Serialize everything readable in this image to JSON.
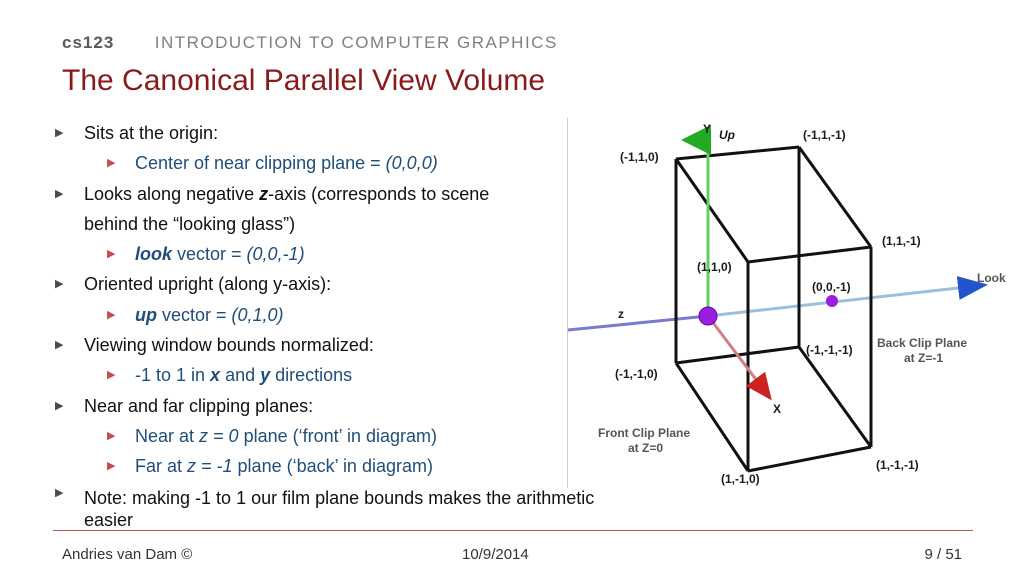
{
  "header": {
    "course": "cs123",
    "course_title": "INTRODUCTION TO COMPUTER GRAPHICS"
  },
  "slide": {
    "title": "The Canonical Parallel View Volume"
  },
  "bullets": [
    {
      "level": 1,
      "parts": [
        {
          "t": "Sits at the origin:"
        }
      ]
    },
    {
      "level": 2,
      "parts": [
        {
          "t": "Center of near clipping plane = "
        },
        {
          "t": "(0,0,0)",
          "s": "i"
        }
      ]
    },
    {
      "level": 1,
      "parts": [
        {
          "t": "Looks along negative "
        },
        {
          "t": "z",
          "s": "bi"
        },
        {
          "t": "-axis (corresponds to scene"
        }
      ]
    },
    {
      "level": 0,
      "parts": [
        {
          "t": "behind the “looking glass”)"
        }
      ]
    },
    {
      "level": 2,
      "parts": [
        {
          "t": "look",
          "s": "bi"
        },
        {
          "t": " vector = "
        },
        {
          "t": "(0,0,-1)",
          "s": "i"
        }
      ]
    },
    {
      "level": 1,
      "parts": [
        {
          "t": "Oriented upright (along y-axis):"
        }
      ]
    },
    {
      "level": 2,
      "parts": [
        {
          "t": "up",
          "s": "bi"
        },
        {
          "t": " vector = "
        },
        {
          "t": "(0,1,0)",
          "s": "i"
        }
      ]
    },
    {
      "level": 1,
      "parts": [
        {
          "t": "Viewing window bounds normalized:"
        }
      ]
    },
    {
      "level": 2,
      "parts": [
        {
          "t": "-1 to 1 in "
        },
        {
          "t": "x",
          "s": "bi"
        },
        {
          "t": " and "
        },
        {
          "t": "y",
          "s": "bi"
        },
        {
          "t": " directions"
        }
      ]
    },
    {
      "level": 1,
      "parts": [
        {
          "t": "Near and far clipping planes:"
        }
      ]
    },
    {
      "level": 2,
      "parts": [
        {
          "t": "Near at "
        },
        {
          "t": "z = 0",
          "s": "i"
        },
        {
          "t": " plane (‘front’ in diagram)"
        }
      ]
    },
    {
      "level": 2,
      "parts": [
        {
          "t": "Far at "
        },
        {
          "t": "z = -1",
          "s": "i"
        },
        {
          "t": " plane (‘back’ in diagram)"
        }
      ]
    },
    {
      "level": 1,
      "last": true,
      "parts": [
        {
          "t": "Note:  making -1 to 1 our film plane bounds makes the arithmetic easier"
        }
      ]
    }
  ],
  "diagram": {
    "labels": {
      "y_axis": "Y",
      "up": "Up",
      "z_axis": "z",
      "x_axis": "X",
      "look": "Look",
      "c_m1_1_0": "(-1,1,0)",
      "c_m1_1_m1": "(-1,1,-1)",
      "c_1_1_m1": "(1,1,-1)",
      "c_1_1_0": "(1,1,0)",
      "c_0_0_m1": "(0,0,-1)",
      "c_m1_m1_m1": "(-1,-1,-1)",
      "c_m1_m1_0": "(-1,-1,0)",
      "c_1_m1_m1": "(1,-1,-1)",
      "c_1_m1_0": "(1,-1,0)",
      "back_clip_1": "Back Clip Plane",
      "back_clip_2": "at Z=-1",
      "front_clip_1": "Front Clip Plane",
      "front_clip_2": "at Z=0"
    }
  },
  "footer": {
    "author": "Andries van Dam ©",
    "date": "10/9/2014",
    "page": "9 / 51"
  }
}
